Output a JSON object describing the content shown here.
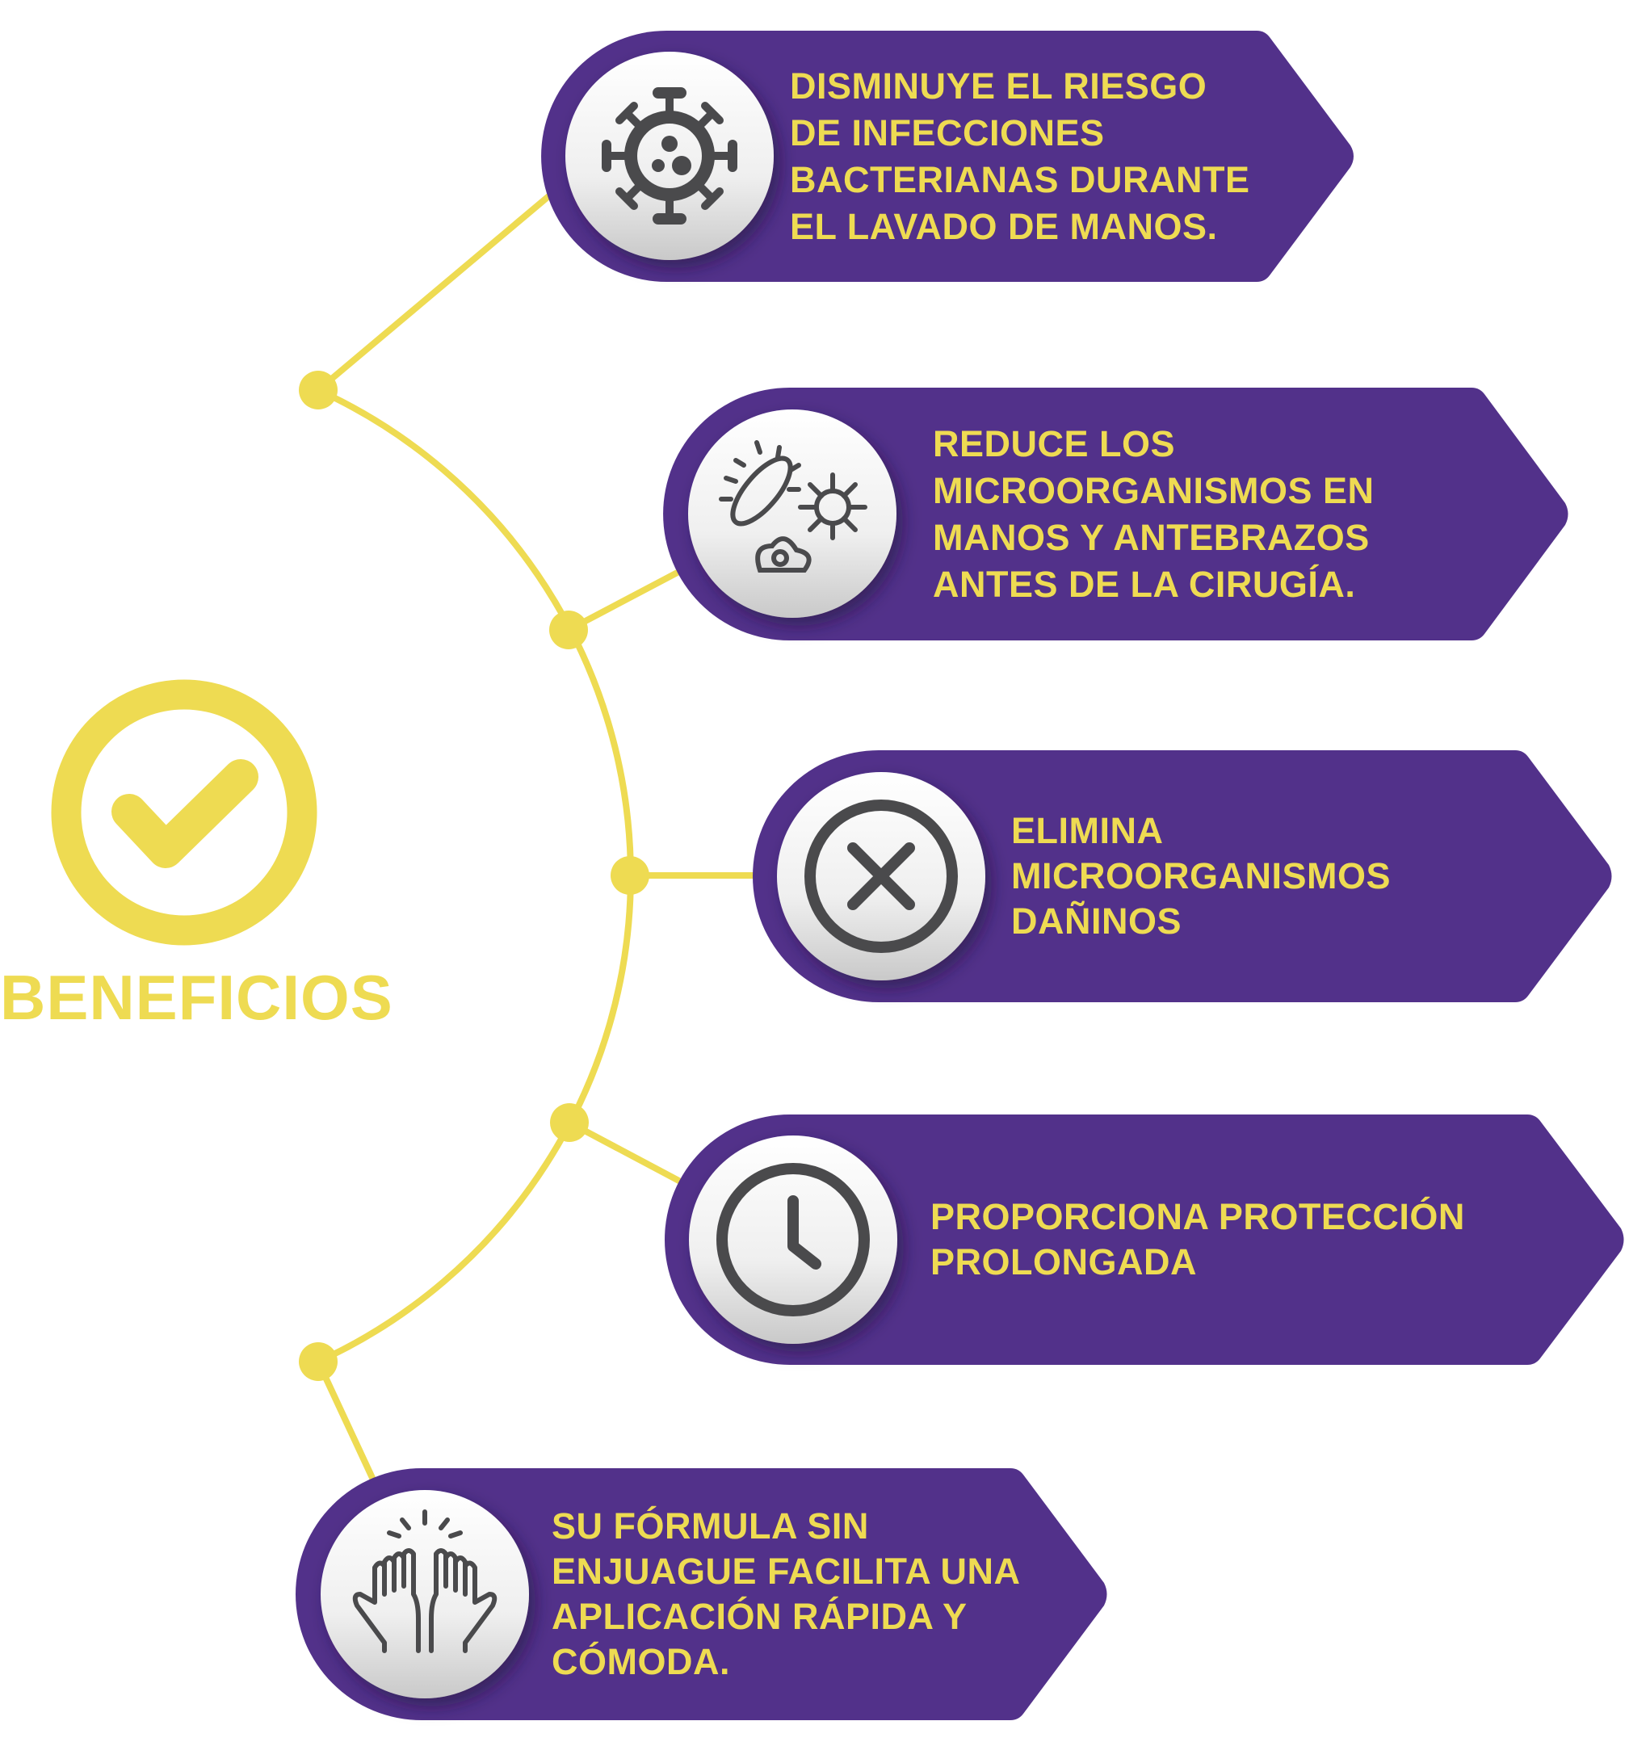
{
  "title": "BENEFICIOS",
  "colors": {
    "purple": "#52318A",
    "yellow": "#EEDB52",
    "icon": "#4A4A4C"
  },
  "benefits": [
    {
      "icon": "virus-icon",
      "lines": [
        "DISMINUYE EL RIESGO",
        "DE INFECCIONES",
        "BACTERIANAS DURANTE",
        "EL LAVADO DE MANOS."
      ]
    },
    {
      "icon": "microorganisms-icon",
      "lines": [
        "REDUCE LOS",
        "MICROORGANISMOS EN",
        "MANOS Y ANTEBRAZOS",
        "ANTES DE LA CIRUGÍA."
      ]
    },
    {
      "icon": "x-circle-icon",
      "lines": [
        "ELIMINA",
        "MICROORGANISMOS",
        "DAÑINOS"
      ]
    },
    {
      "icon": "clock-icon",
      "lines": [
        "PROPORCIONA PROTECCIÓN",
        "PROLONGADA"
      ]
    },
    {
      "icon": "hands-icon",
      "lines": [
        "SU FÓRMULA SIN",
        "ENJUAGUE FACILITA UNA",
        "APLICACIÓN RÁPIDA Y",
        "CÓMODA."
      ]
    }
  ]
}
